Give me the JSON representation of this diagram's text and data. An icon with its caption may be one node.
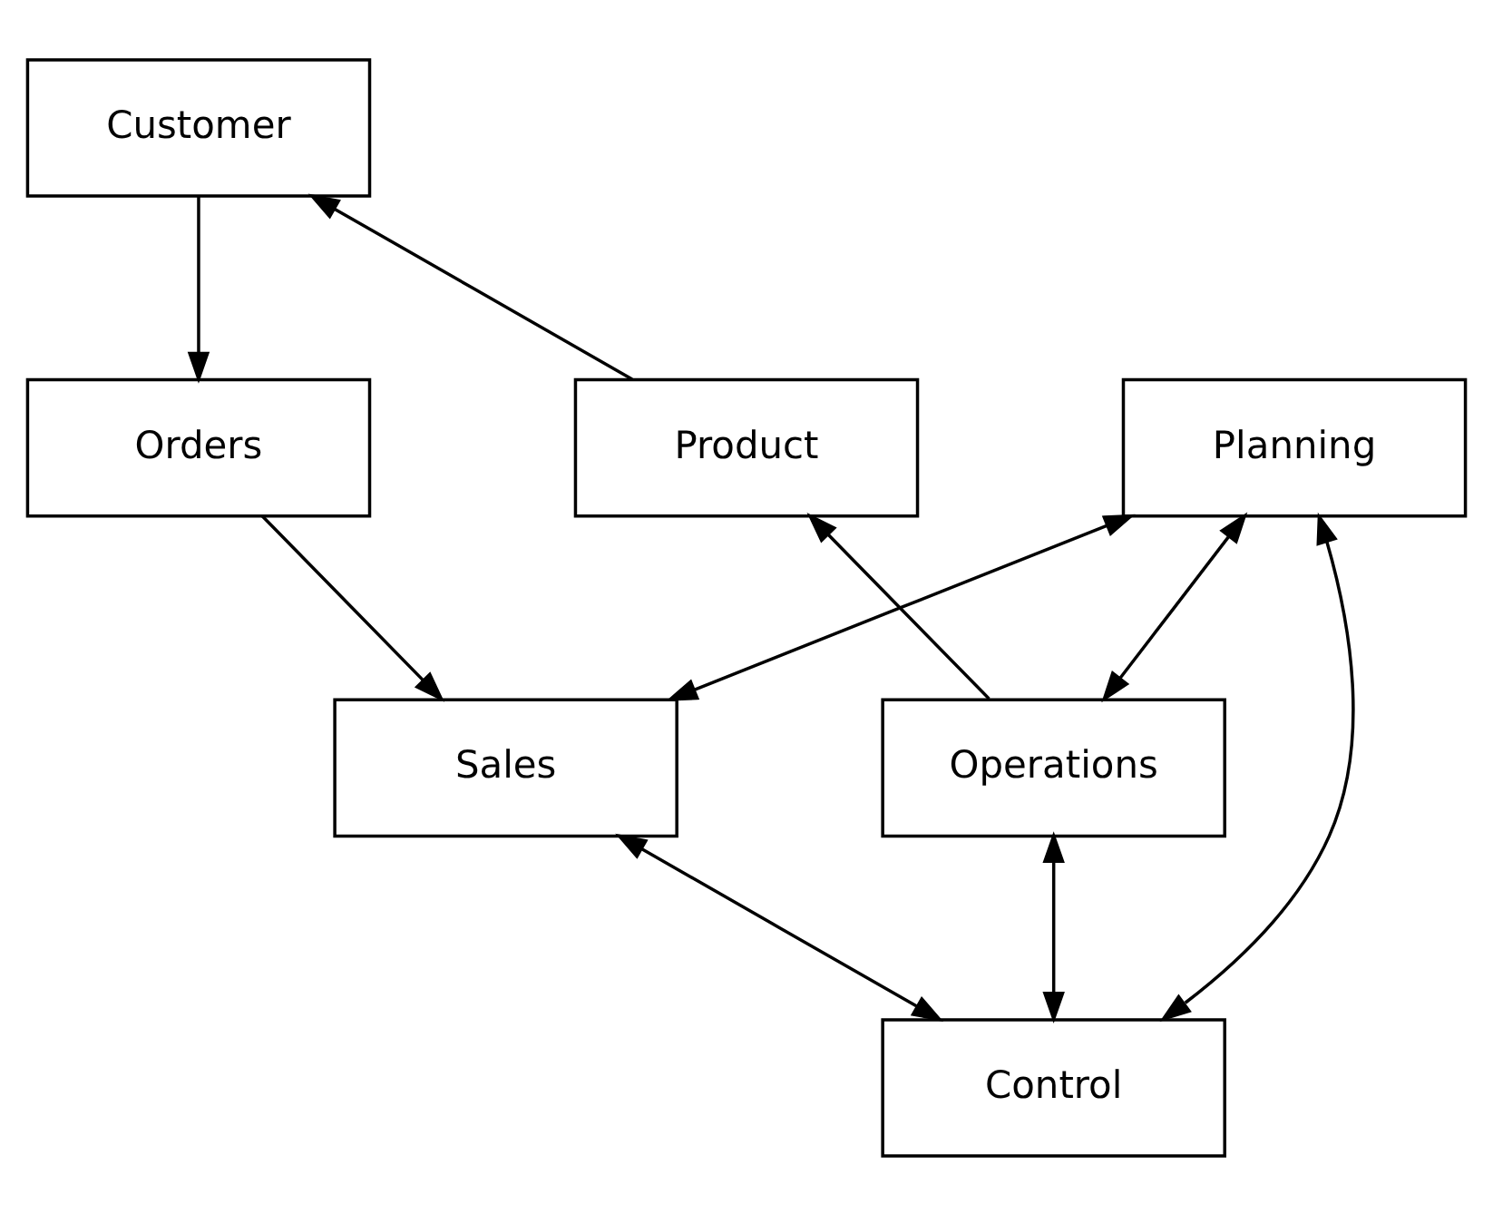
{
  "diagram": {
    "nodes": [
      {
        "text": [
          "Customer"
        ]
      },
      {
        "text": [
          "Product"
        ]
      },
      {
        "text": [
          "Orders"
        ]
      },
      {
        "text": [
          "Planning"
        ]
      },
      {
        "text": [
          "Operations"
        ]
      },
      {
        "text": [
          "Sales"
        ]
      },
      {
        "text": [
          "Control"
        ]
      }
    ],
    "edges": [
      {
        "from": 1,
        "to": 0,
        "arrow": "to"
      },
      {
        "from": 0,
        "to": 2,
        "arrow": "to"
      },
      {
        "from": 2,
        "to": 5,
        "arrow": "to"
      },
      {
        "from": 4,
        "to": 1,
        "arrow": "to"
      },
      {
        "from": 3,
        "to": 4,
        "arrow": "both"
      },
      {
        "from": 3,
        "to": 5,
        "arrow": "both"
      },
      {
        "from": 3,
        "to": 6,
        "arrow": "both"
      },
      {
        "from": 4,
        "to": 6,
        "arrow": "both"
      },
      {
        "from": 5,
        "to": 6,
        "arrow": "both"
      }
    ]
  }
}
